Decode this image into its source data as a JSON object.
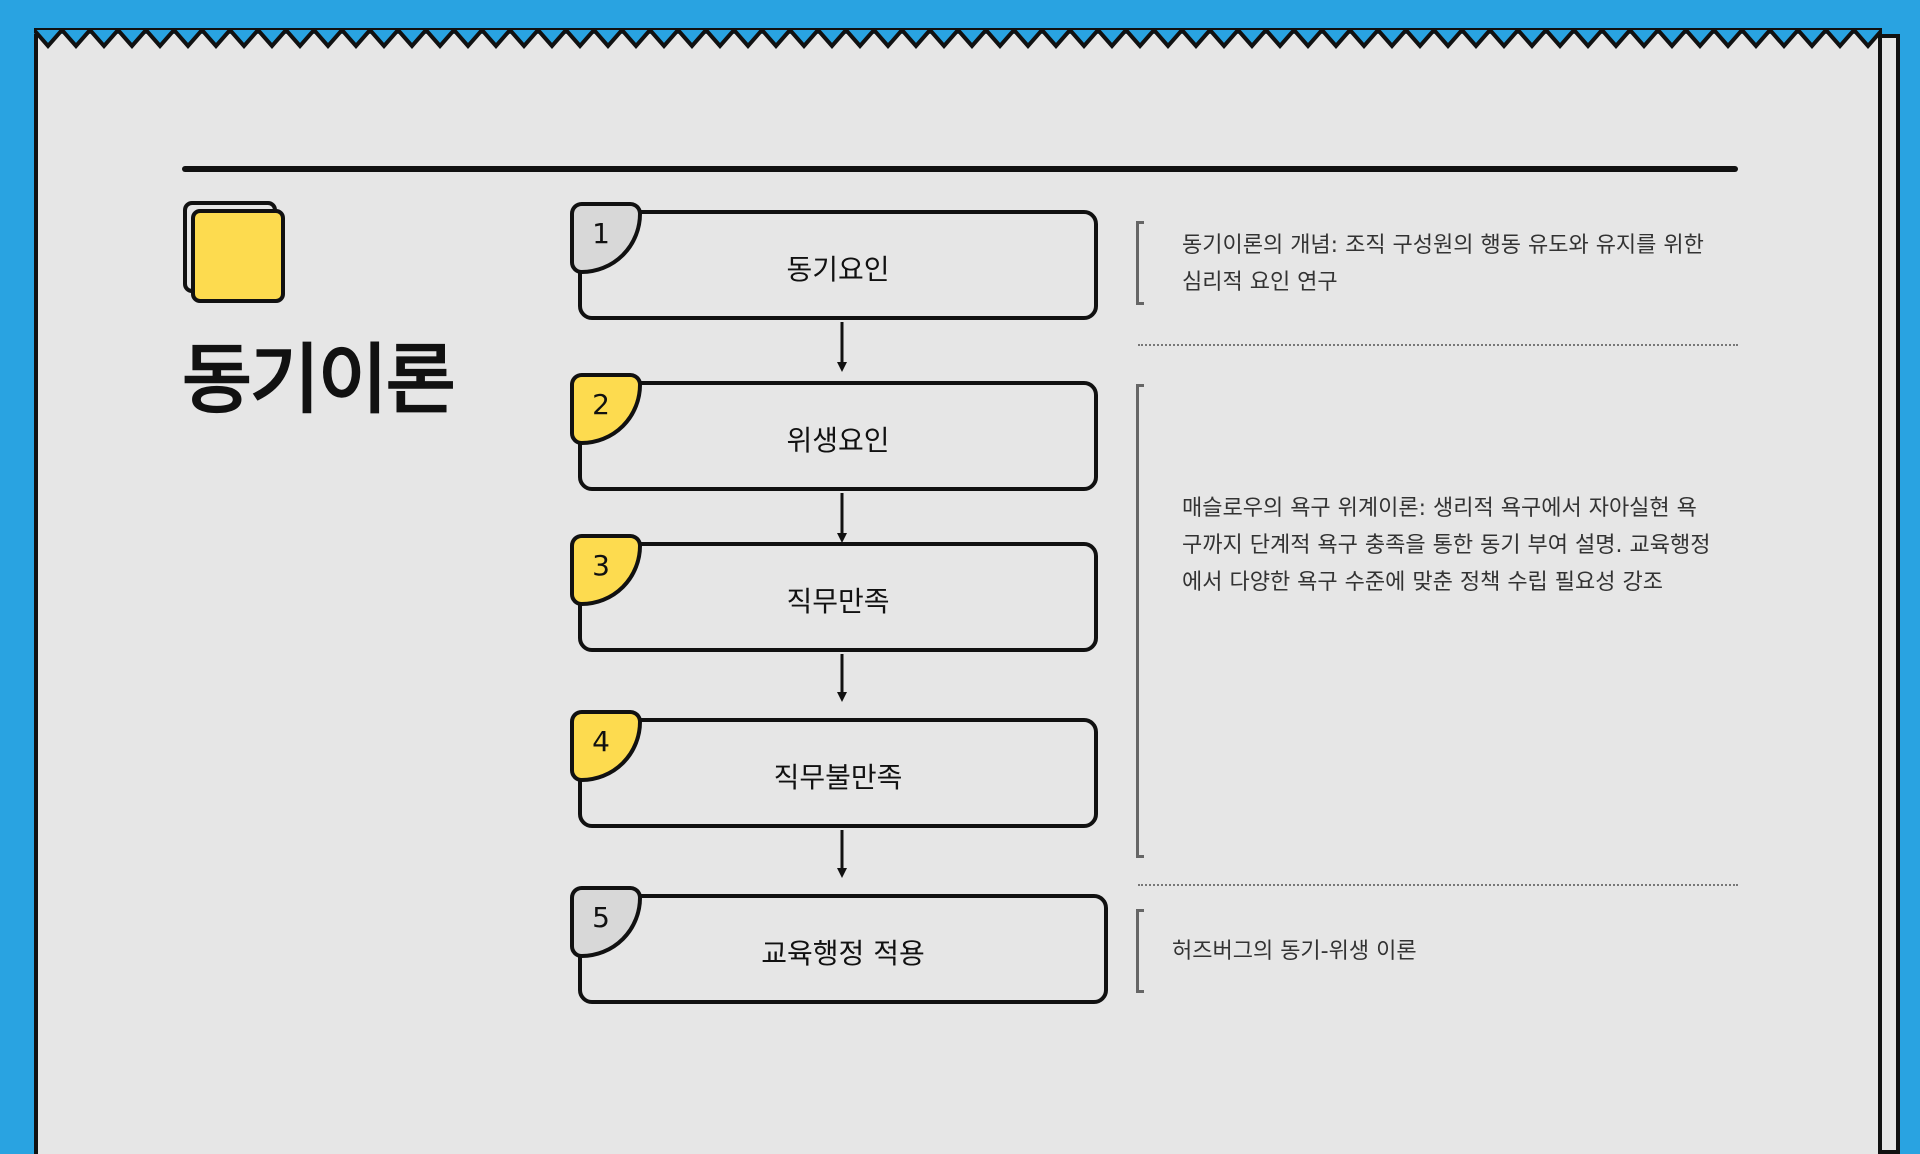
{
  "slide": {
    "title": "동기이론",
    "colors": {
      "background": "#29a3e1",
      "paper": "#e6e6e6",
      "accent": "#fddb4f",
      "ink": "#111111"
    }
  },
  "flow": {
    "steps": [
      {
        "number": "1",
        "label": "동기요인",
        "badge_color": "grey"
      },
      {
        "number": "2",
        "label": "위생요인",
        "badge_color": "yellow"
      },
      {
        "number": "3",
        "label": "직무만족",
        "badge_color": "yellow"
      },
      {
        "number": "4",
        "label": "직무불만족",
        "badge_color": "yellow"
      },
      {
        "number": "5",
        "label": "교육행정 적용",
        "badge_color": "grey"
      }
    ]
  },
  "notes": [
    {
      "text": "동기이론의 개념: 조직 구성원의 행동 유도와 유지를 위한\n심리적 요인 연구"
    },
    {
      "text": "매슬로우의 욕구 위계이론: 생리적 욕구에서 자아실현 욕\n구까지 단계적 욕구 충족을 통한 동기 부여 설명. 교육행정\n에서 다양한 욕구 수준에 맞춘 정책 수립 필요성 강조"
    },
    {
      "text": "허즈버그의 동기-위생 이론"
    }
  ]
}
